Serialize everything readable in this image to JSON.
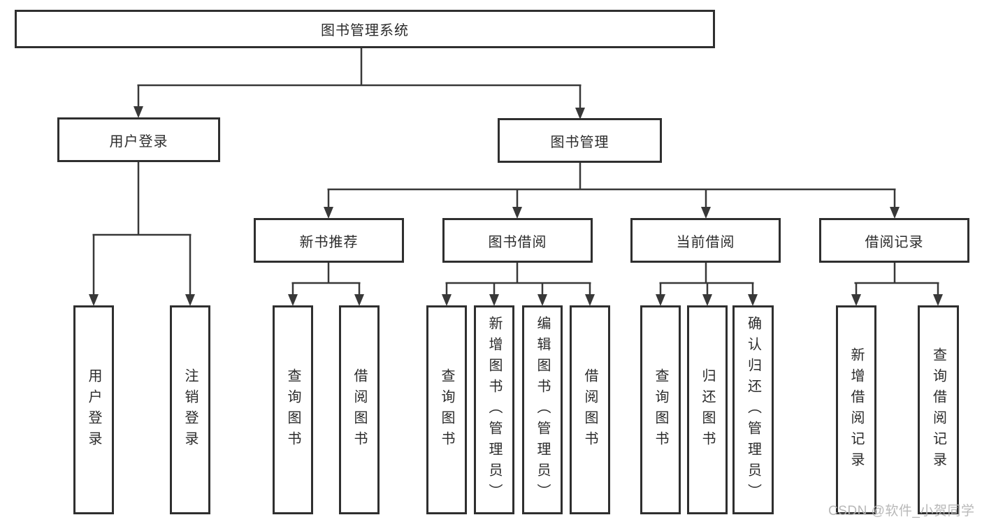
{
  "tree": {
    "root": {
      "label": "图书管理系统"
    },
    "children": [
      {
        "label": "用户登录",
        "children": [
          {
            "label": "用户登录"
          },
          {
            "label": "注销登录"
          }
        ]
      },
      {
        "label": "图书管理",
        "children": [
          {
            "label": "新书推荐",
            "children": [
              {
                "label": "查询图书"
              },
              {
                "label": "借阅图书"
              }
            ]
          },
          {
            "label": "图书借阅",
            "children": [
              {
                "label": "查询图书"
              },
              {
                "label": "新增图书（管理员）"
              },
              {
                "label": "编辑图书（管理员）"
              },
              {
                "label": "借阅图书"
              }
            ]
          },
          {
            "label": "当前借阅",
            "children": [
              {
                "label": "查询图书"
              },
              {
                "label": "归还图书"
              },
              {
                "label": "确认归还（管理员）"
              }
            ]
          },
          {
            "label": "借阅记录",
            "children": [
              {
                "label": "新增借阅记录"
              },
              {
                "label": "查询借阅记录"
              }
            ]
          }
        ]
      }
    ]
  },
  "watermark": {
    "text": "CSDN @软件_小贺同学"
  },
  "colors": {
    "line": "#383838",
    "border": "#2f2f2f",
    "text": "#2b2b2b",
    "watermark": "#b5b5b5"
  }
}
